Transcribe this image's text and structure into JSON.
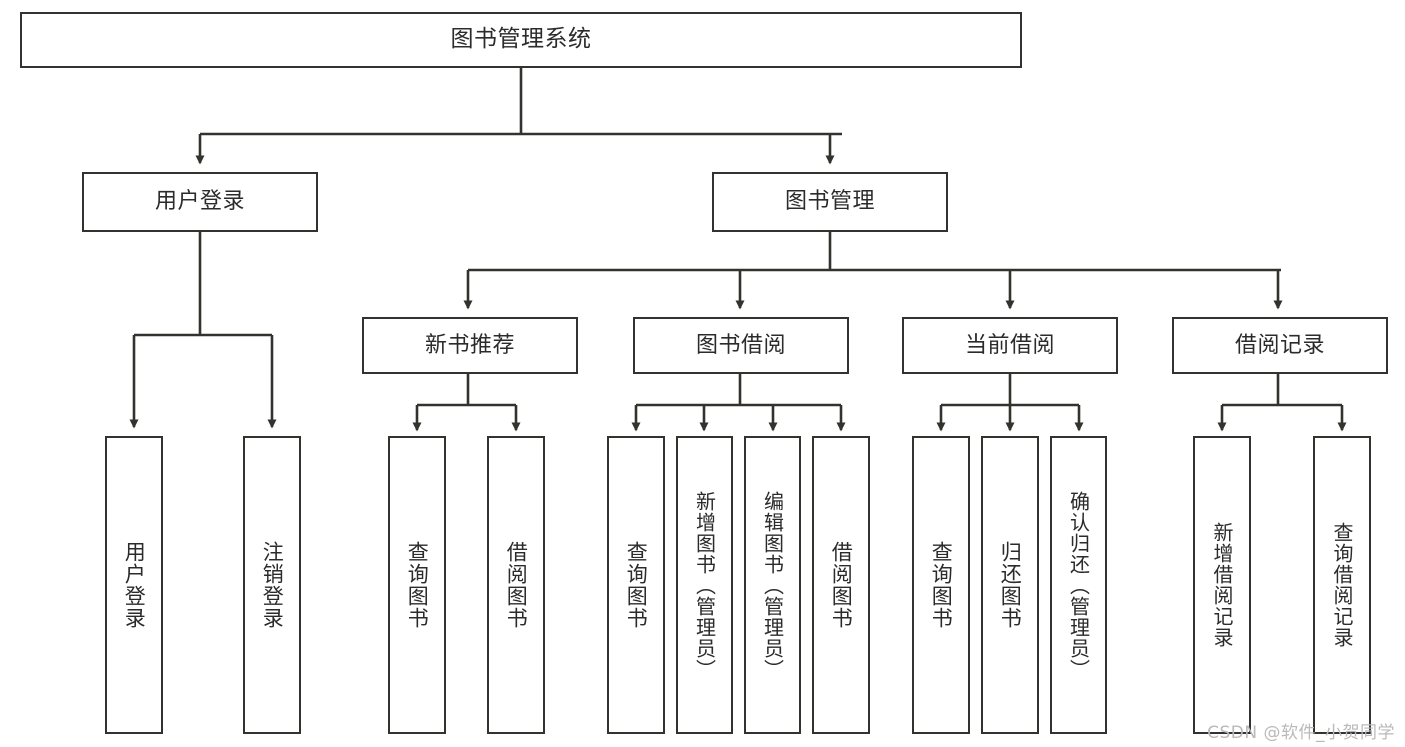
{
  "diagram": {
    "title": "图书管理系统",
    "type": "tree-hierarchy-chart",
    "stroke_color": "#33322f",
    "background_color": "#ffffff",
    "text_color": "#2b2b2b",
    "levels": {
      "root": "图书管理系统",
      "level2": [
        "用户登录",
        "图书管理"
      ],
      "level3": [
        "新书推荐",
        "图书借阅",
        "当前借阅",
        "借阅记录"
      ]
    },
    "nodes": {
      "root": {
        "label": "图书管理系统"
      },
      "user_login": {
        "label": "用户登录"
      },
      "book_manage": {
        "label": "图书管理"
      },
      "new_book_rec": {
        "label": "新书推荐"
      },
      "book_borrow": {
        "label": "图书借阅"
      },
      "current_borrow": {
        "label": "当前借阅"
      },
      "borrow_record": {
        "label": "借阅记录"
      },
      "leaf_user_login": {
        "label": "用户登录"
      },
      "leaf_logout": {
        "label": "注销登录"
      },
      "leaf_query_book_1": {
        "label": "查询图书"
      },
      "leaf_borrow_book_1": {
        "label": "借阅图书"
      },
      "leaf_query_book_2": {
        "label": "查询图书"
      },
      "leaf_add_book": {
        "label": "新增图书（管理员）"
      },
      "leaf_edit_book": {
        "label": "编辑图书（管理员）"
      },
      "leaf_borrow_book_2": {
        "label": "借阅图书"
      },
      "leaf_query_book_3": {
        "label": "查询图书"
      },
      "leaf_return_book": {
        "label": "归还图书"
      },
      "leaf_confirm_return": {
        "label": "确认归还（管理员）"
      },
      "leaf_add_record": {
        "label": "新增借阅记录"
      },
      "leaf_query_record": {
        "label": "查询借阅记录"
      }
    },
    "watermark": "CSDN @软件_小贺同学"
  }
}
